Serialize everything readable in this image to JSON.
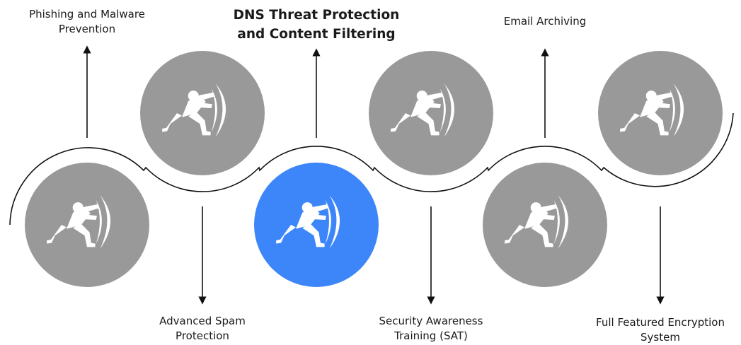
{
  "colors": {
    "node_default": "#999999",
    "node_active": "#3d86f9",
    "connector": "#111111",
    "icon": "#ffffff"
  },
  "steps": [
    {
      "lines": [
        "Phishing and Malware",
        "Prevention"
      ],
      "active": false,
      "icon": "person-pushing-shield-icon"
    },
    {
      "lines": [
        "Advanced Spam",
        "Protection"
      ],
      "active": false,
      "icon": "person-pushing-shield-icon"
    },
    {
      "lines": [
        "DNS Threat Protection",
        "and Content Filtering"
      ],
      "active": true,
      "icon": "person-pushing-shield-icon"
    },
    {
      "lines": [
        "Security Awareness",
        "Training (SAT)"
      ],
      "active": false,
      "icon": "person-pushing-shield-icon"
    },
    {
      "lines": [
        "Email Archiving"
      ],
      "active": false,
      "icon": "person-pushing-shield-icon"
    },
    {
      "lines": [
        "Full Featured Encryption",
        "System"
      ],
      "active": false,
      "icon": "person-pushing-shield-icon"
    }
  ]
}
